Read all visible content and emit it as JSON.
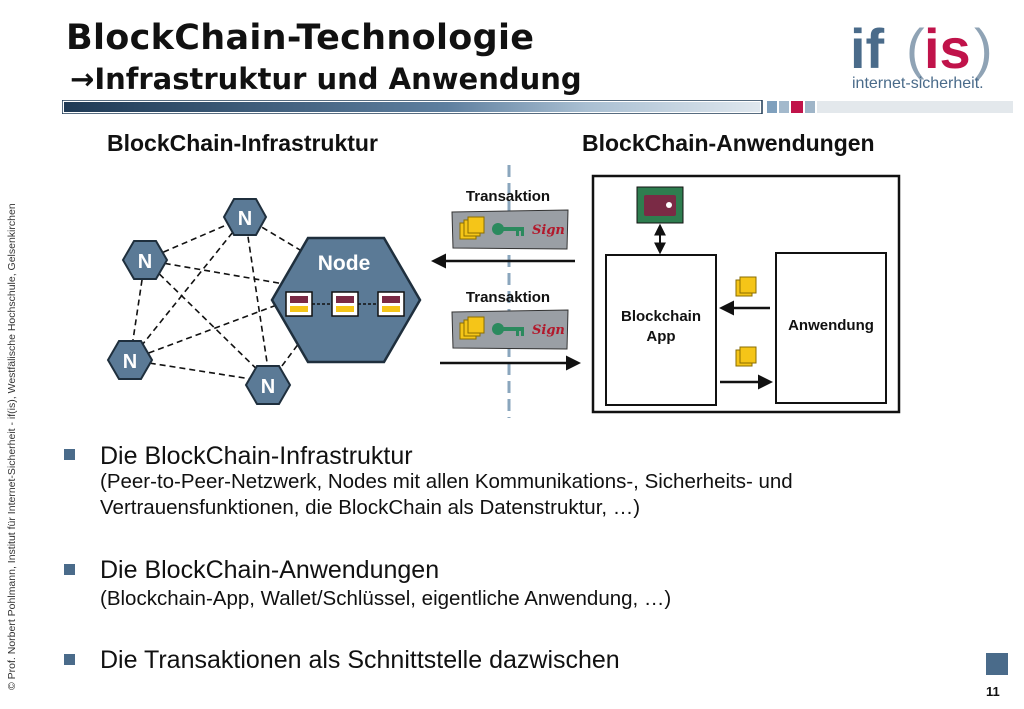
{
  "header": {
    "title": "BlockChain-Technologie",
    "subtitle_arrow": "→",
    "subtitle": "Infrastruktur und Anwendung"
  },
  "logo": {
    "mark_if": "if",
    "mark_open": "(",
    "mark_is": "is",
    "mark_close": ")",
    "tagline": "internet-sicherheit."
  },
  "side_note": "© Prof.  Norbert Pohlmann, Institut für Internet-Sicherheit - if(is), Westfälische Hochschule, Gelsenkirchen",
  "columns": {
    "left": "BlockChain-Infrastruktur",
    "right": "BlockChain-Anwendungen"
  },
  "diagram": {
    "node_letter": "N",
    "node_label": "Node",
    "transaction_label": "Transaktion",
    "sign_label": "Sign",
    "blockchain_app_line1": "Blockchain",
    "blockchain_app_line2": "App",
    "application_label": "Anwendung",
    "colors": {
      "node_fill": "#5b7a96",
      "node_stroke": "#1f2f3d",
      "wallet_bg": "#2e7d4f",
      "wallet": "#7a2a45",
      "key": "#2b8a5e",
      "sign": "#b2182b",
      "block_yellow": "#f5c518",
      "divider": "#8aa6bd"
    }
  },
  "bullets": [
    {
      "main": "Die BlockChain-Infrastruktur",
      "sub1": "(Peer-to-Peer-Netzwerk, Nodes mit allen Kommunikations-, Sicherheits- und",
      "sub2": "Vertrauensfunktionen, die BlockChain als Datenstruktur, …)"
    },
    {
      "main": "Die BlockChain-Anwendungen",
      "sub1": "(Blockchain-App, Wallet/Schlüssel, eigentliche Anwendung, …)"
    },
    {
      "main": "Die Transaktionen als Schnittstelle dazwischen"
    }
  ],
  "page_number": "11",
  "colors": {
    "accent": "#4a6b8a",
    "logo_blue": "#4a6b8a",
    "logo_red": "#c0134a"
  }
}
